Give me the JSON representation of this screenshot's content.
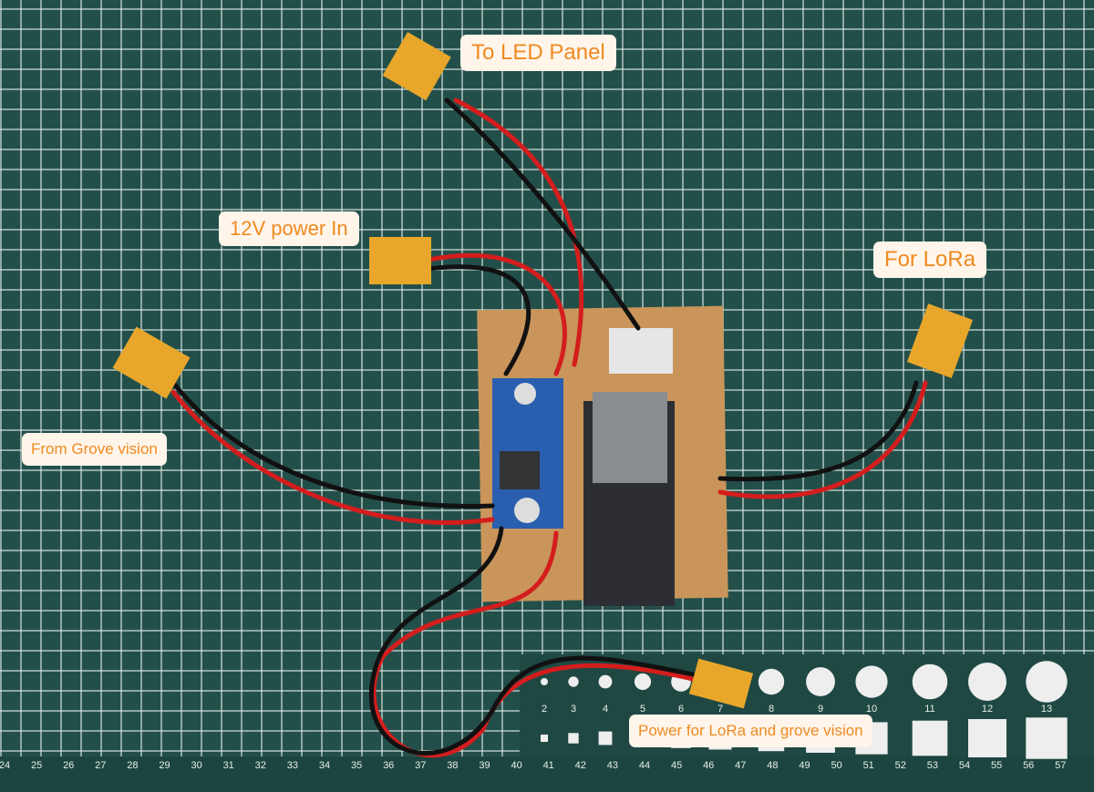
{
  "labels": {
    "to_led_panel": "To LED Panel",
    "power_in": "12V power In",
    "for_lora": "For LoRa",
    "from_grove": "From Grove vision",
    "power_lora_grove": "Power for LoRa and grove vision"
  },
  "ruler_numbers": [
    "24",
    "25",
    "26",
    "27",
    "28",
    "29",
    "30",
    "31",
    "32",
    "33",
    "34",
    "35",
    "36",
    "37",
    "38",
    "39",
    "40",
    "41",
    "42",
    "43",
    "44",
    "45",
    "46",
    "47",
    "48",
    "49",
    "50",
    "51",
    "52",
    "53",
    "54",
    "55",
    "56",
    "57"
  ],
  "template_sizes": [
    "2",
    "3",
    "4",
    "5",
    "6",
    "7",
    "8",
    "9",
    "10",
    "11",
    "12",
    "13"
  ],
  "colors": {
    "label_text": "#ef8a22",
    "label_bg": "#fff5ea",
    "mat": "#234f4a",
    "connector": "#e8a72a",
    "pcb": "#c9955a"
  }
}
